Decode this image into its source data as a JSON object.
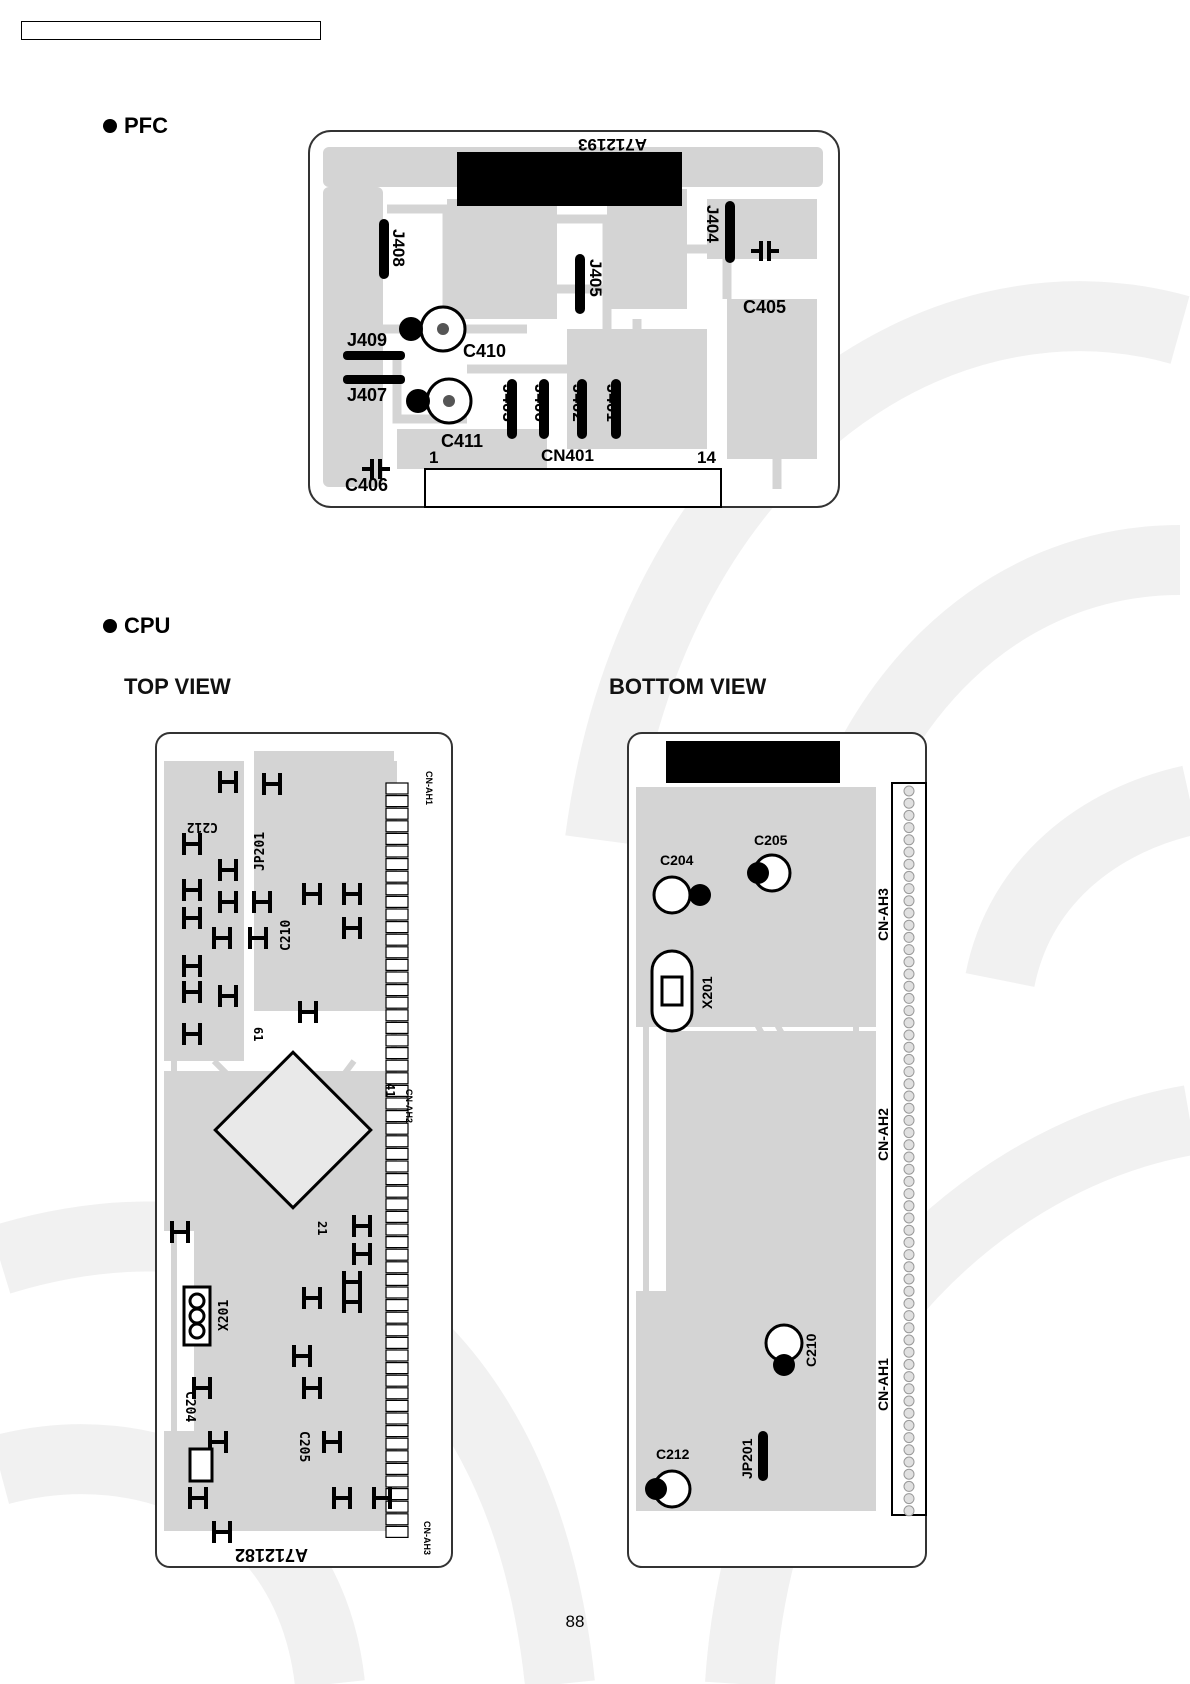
{
  "pfc": {
    "title": "PFC",
    "board_mark": "A712193",
    "labels": {
      "j408": "J408",
      "j404": "J404",
      "j405": "J405",
      "c405": "C405",
      "j409": "J409",
      "c410": "C410",
      "j407": "J407",
      "c411": "C411",
      "j403": "J403",
      "j406": "J406",
      "j402": "J402",
      "j401": "J401",
      "c406": "C406",
      "cn401": "CN401",
      "pin1": "1",
      "pin14": "14"
    }
  },
  "cpu": {
    "title": "CPU",
    "top_view": {
      "label": "TOP VIEW",
      "board_mark": "A712182",
      "labels": {
        "cn_ah1": "CN-AH1",
        "cn_ah2": "CN-AH2",
        "cn_ah3": "CN-AH3",
        "c212": "C212",
        "jp201": "JP201",
        "c210": "C210",
        "x201": "X201",
        "c204": "C204",
        "c205": "C205",
        "p61": "61",
        "p41": "41",
        "p21": "21"
      }
    },
    "bottom_view": {
      "label": "BOTTOM VIEW",
      "labels": {
        "c204": "C204",
        "c205": "C205",
        "x201": "X201",
        "cn_ah3": "CN-AH3",
        "cn_ah2": "CN-AH2",
        "cn_ah1": "CN-AH1",
        "c210": "C210",
        "c212": "C212",
        "jp201": "JP201"
      }
    }
  },
  "page_number": "88",
  "colors": {
    "copper": "#cfcfcf",
    "watermark": "#f1f1f1",
    "ink": "#000000"
  }
}
